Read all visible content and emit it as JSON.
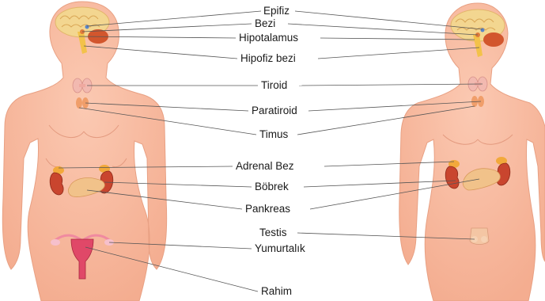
{
  "diagram": {
    "labels": {
      "epifiz": "Epifiz",
      "bezi": "Bezi",
      "hipotalamus": "Hipotalamus",
      "hipofiz": "Hipofiz bezi",
      "tiroid": "Tiroid",
      "paratiroid": "Paratiroid",
      "timus": "Timus",
      "adrenal": "Adrenal Bez",
      "bobrek": "Böbrek",
      "pankreas": "Pankreas",
      "testis": "Testis",
      "yumurtalik": "Yumurtalık",
      "rahim": "Rahim"
    },
    "colors": {
      "skin": "#f6b79c",
      "skin_outline": "#e59c80",
      "brain": "#f3d690",
      "thyroid": "#f2b9b0",
      "kidney": "#c9452e",
      "adrenal": "#f2a93b",
      "pancreas": "#f1c28a",
      "uterus": "#e04868",
      "line": "#555555"
    }
  }
}
